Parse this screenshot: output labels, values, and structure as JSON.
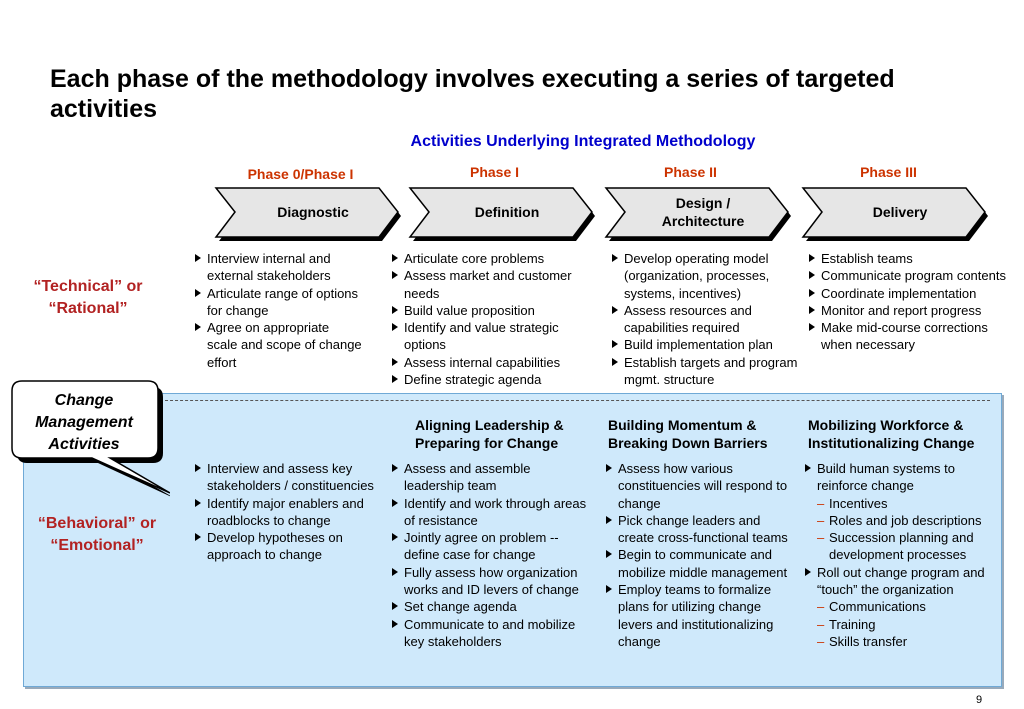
{
  "title": "Each phase of the methodology involves executing a series of targeted activities",
  "subtitle": "Activities Underlying Integrated Methodology",
  "phases": [
    {
      "label": "Phase 0/Phase I",
      "name": "Diagnostic"
    },
    {
      "label": "Phase I",
      "name": "Definition"
    },
    {
      "label": "Phase II",
      "name": "Design /\nArchitecture"
    },
    {
      "label": "Phase III",
      "name": "Delivery"
    }
  ],
  "rows": {
    "technical": "“Technical” or “Rational”",
    "behavioral": "“Behavioral” or “Emotional”"
  },
  "callout": "Change Management Activities",
  "technical_bullets": [
    [
      "Interview internal and external stakeholders",
      "Articulate range of options for change",
      "Agree on appropriate scale and scope of change effort"
    ],
    [
      "Articulate core problems",
      "Assess market and customer needs",
      "Build value proposition",
      "Identify and value strategic options",
      "Assess internal capabilities",
      "Define strategic agenda"
    ],
    [
      "Develop operating model (organization, processes, systems, incentives)",
      "Assess resources and capabilities required",
      "Build implementation plan",
      "Establish targets and program mgmt. structure"
    ],
    [
      "Establish teams",
      "Communicate program contents",
      "Coordinate implementation",
      "Monitor and report progress",
      "Make mid-course corrections when necessary"
    ]
  ],
  "change_groups": [
    "Aligning Leadership & Preparing for Change",
    "Building Momentum & Breaking Down Barriers",
    "Mobilizing Workforce & Institutionalizing Change"
  ],
  "behavioral_bullets": [
    [
      "Interview and assess key stakeholders / constituencies",
      "Identify major enablers and roadblocks to change",
      "Develop hypotheses on approach to change"
    ],
    [
      "Assess and assemble leadership team",
      "Identify and work through areas of resistance",
      "Jointly agree on problem -- define case for change",
      "Fully assess how organization works and ID levers of change",
      "Set change agenda",
      "Communicate to and mobilize key stakeholders"
    ],
    [
      "Assess how various constituencies will respond to change",
      "Pick change leaders and create cross-functional teams",
      "Begin to communicate and mobilize middle management",
      "Employ teams to formalize plans for utilizing change levers and institutionalizing change"
    ],
    [
      "Build human systems to reinforce change",
      "-Incentives",
      "-Roles and job descriptions",
      "-Succession planning and development processes",
      "Roll out change program and “touch” the organization",
      "-Communications",
      "-Training",
      "-Skills transfer"
    ]
  ],
  "page_number": "9"
}
